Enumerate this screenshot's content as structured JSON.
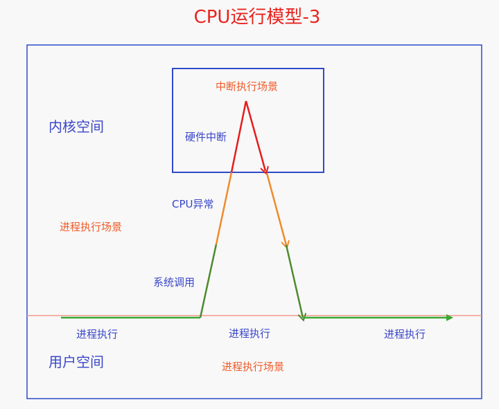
{
  "title": "CPU运行模型-3",
  "regions": {
    "kernel_label": "内核空间",
    "user_label": "用户空间"
  },
  "labels": {
    "interrupt_scene": "中断执行场景",
    "hardware_interrupt": "硬件中断",
    "cpu_exception": "CPU异常",
    "process_exec_scene_kernel": "进程执行场景",
    "syscall": "系统调用",
    "process_exec_1": "进程执行",
    "process_exec_2": "进程执行",
    "process_exec_3": "进程执行",
    "process_exec_scene_user": "进程执行场景"
  },
  "colors": {
    "title": "#e8231e",
    "frame": "#2c4ac8",
    "label_blue": "#3a46c8",
    "label_orange": "#f05a28",
    "boundary_line": "#f29a8a",
    "green": "#3aa832",
    "dark_green": "#4c8a2c",
    "orange": "#f08a2a",
    "red": "#e61c1c",
    "background": "#f8f8f8"
  }
}
